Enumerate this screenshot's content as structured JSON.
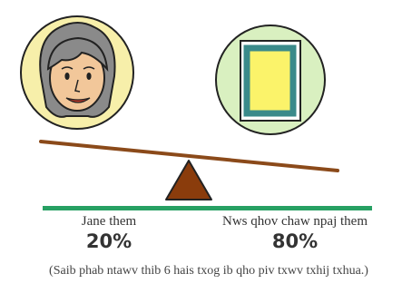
{
  "left": {
    "name": "Jane them",
    "percent": "20%",
    "icon": "woman-face-icon",
    "circle_color": "#f7efaa"
  },
  "right": {
    "name": "Nws qhov chaw npaj them",
    "percent": "80%",
    "icon": "blank-document-icon",
    "circle_color": "#d9f0c0"
  },
  "footnote": "(Saib phab ntawv thib 6 hais txog ib qho piv txwv txhij txhua.)",
  "colors": {
    "beam": "#8b4a1a",
    "fulcrum": "#8a3c0c",
    "ground": "#27a063",
    "document_fill": "#fbf36a",
    "document_border": "#3a8a8a"
  }
}
